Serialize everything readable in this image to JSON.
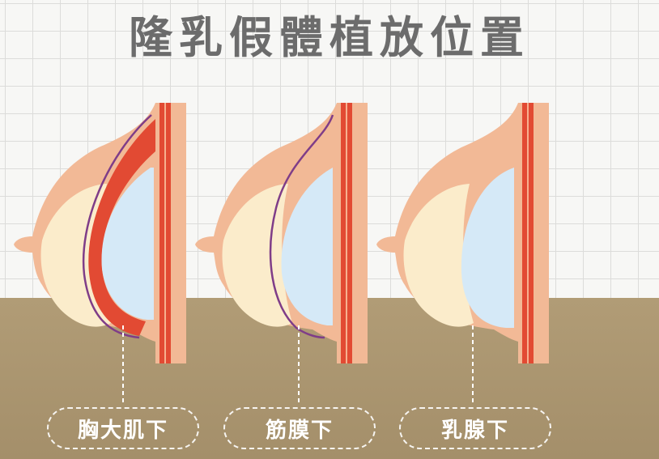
{
  "title": "隆乳假體植放位置",
  "placements": [
    {
      "label": "胸大肌下"
    },
    {
      "label": "筋膜下"
    },
    {
      "label": "乳腺下"
    }
  ],
  "colors": {
    "skin": "#f2b996",
    "gland": "#fbeccb",
    "implant": "#d5e9f7",
    "muscle": "#e24a33",
    "fascia": "#7f3d88",
    "floor": "#a99471",
    "grid": "#dcdcda"
  }
}
